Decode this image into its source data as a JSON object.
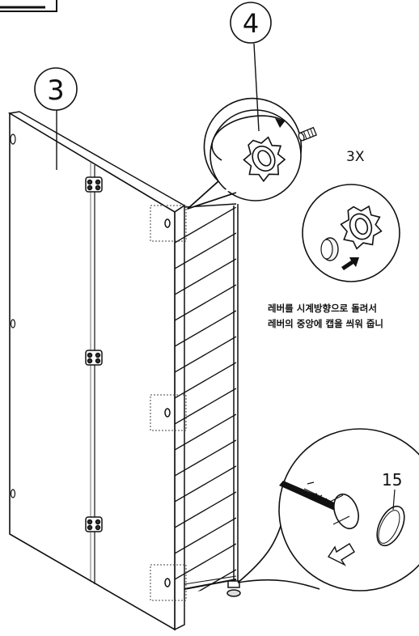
{
  "labels": {
    "part_3": "3",
    "part_4": "4",
    "part_15": "15",
    "repeat": "3X"
  },
  "instruction": {
    "line1": "레버를 시계방향으로 돌려서",
    "line2": "레버의 중앙에 캡을 씌워 줍니"
  }
}
